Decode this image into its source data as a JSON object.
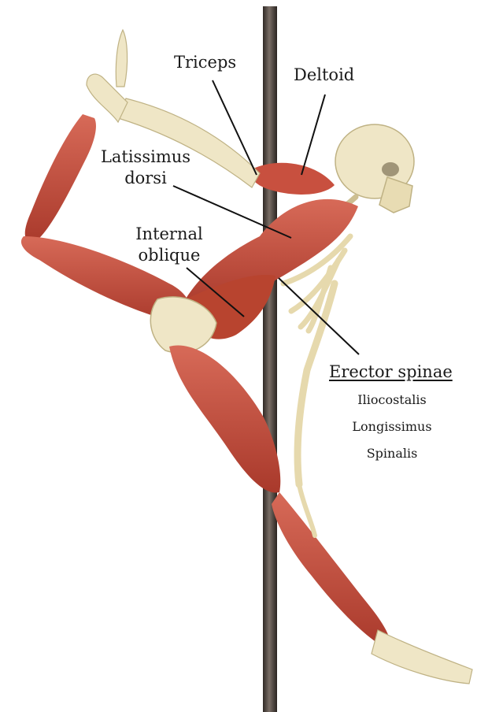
{
  "labels": {
    "triceps": "Triceps",
    "deltoid": "Deltoid",
    "latissimus_line1": "Latissimus",
    "latissimus_line2": "dorsi",
    "internal_oblique_line1": "Internal",
    "internal_oblique_line2": "oblique",
    "erector_spinae": "Erector spinae",
    "erector_parts": [
      "Iliocostalis",
      "Longissimus",
      "Spinalis"
    ]
  },
  "colors": {
    "muscle": "#c8503f",
    "muscle_dark": "#9e3628",
    "bone": "#efe6c6",
    "bone_shade": "#cdbf92",
    "pole": "#4a4039",
    "leader_line": "#111111"
  }
}
